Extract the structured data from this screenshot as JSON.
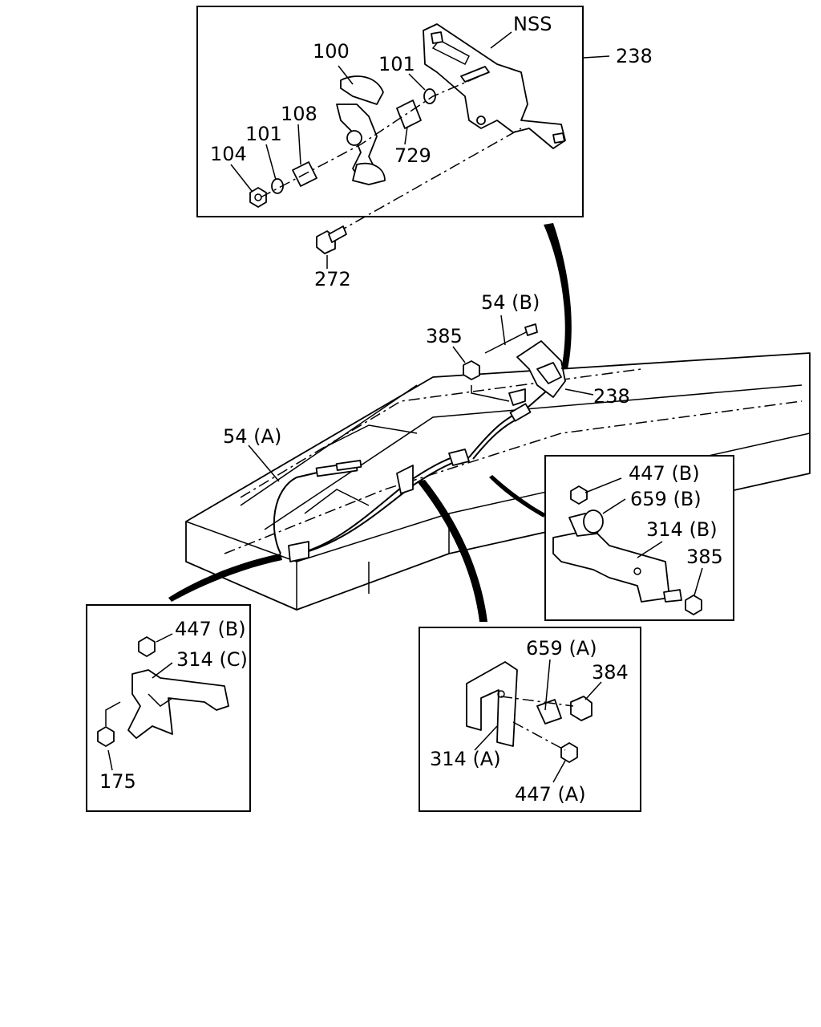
{
  "labels": {
    "nss": "NSS",
    "p238_top": "238",
    "p100": "100",
    "p101_a": "101",
    "p101_b": "101",
    "p108": "108",
    "p104": "104",
    "p729": "729",
    "p272": "272",
    "p54b": "54 (B)",
    "p385_top": "385",
    "p238_mid": "238",
    "p54a": "54 (A)",
    "p447b_right": "447 (B)",
    "p659b": "659 (B)",
    "p314b": "314 (B)",
    "p385_right": "385",
    "p447b_left": "447 (B)",
    "p314c": "314 (C)",
    "p175": "175",
    "p659a": "659 (A)",
    "p384": "384",
    "p314a": "314 (A)",
    "p447a": "447 (A)"
  }
}
